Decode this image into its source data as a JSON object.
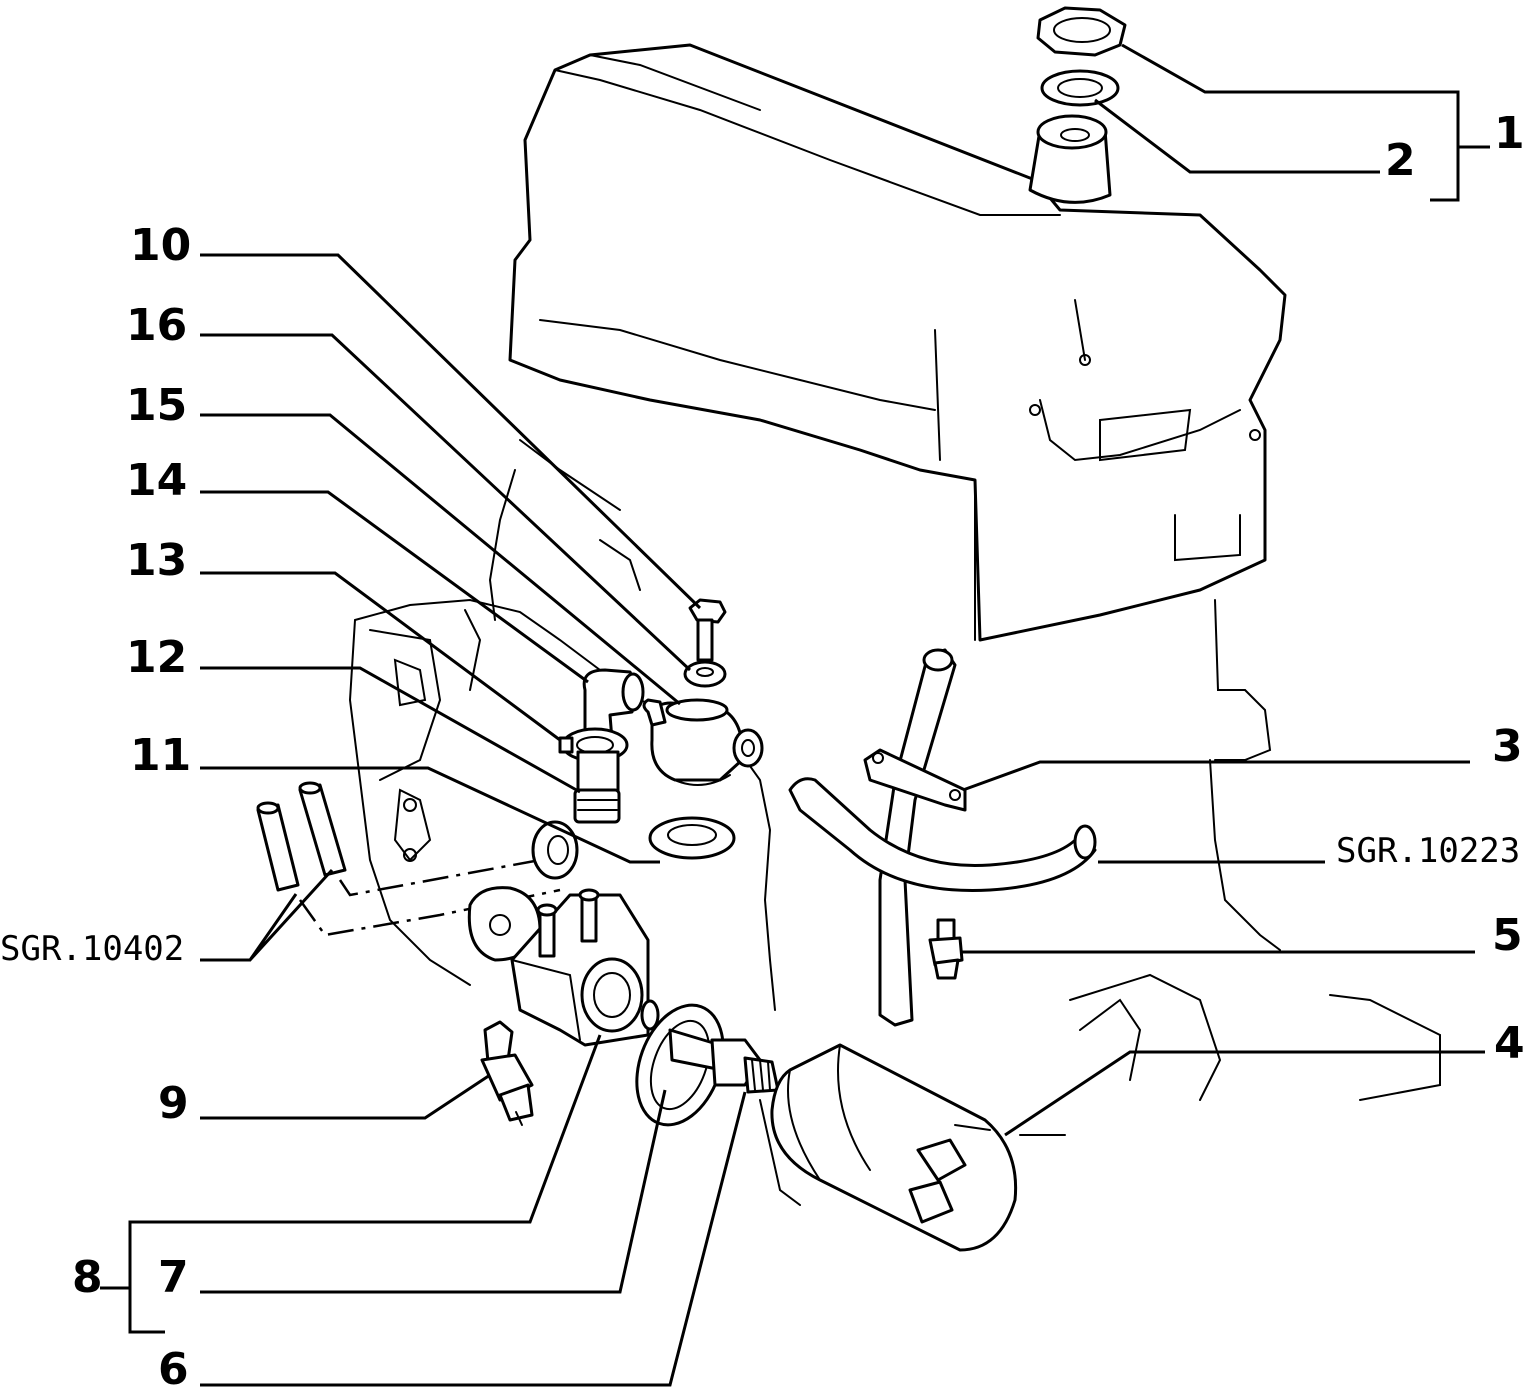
{
  "callouts": {
    "c1": "1",
    "c2": "2",
    "c3": "3",
    "c4": "4",
    "c5": "5",
    "c6": "6",
    "c7": "7",
    "c8": "8",
    "c9": "9",
    "c10": "10",
    "c11": "11",
    "c12": "12",
    "c13": "13",
    "c14": "14",
    "c15": "15",
    "c16": "16"
  },
  "references": {
    "right": "SGR.10223",
    "left": "SGR.10402"
  },
  "colors": {
    "ink": "#000000",
    "paper": "#ffffff"
  }
}
